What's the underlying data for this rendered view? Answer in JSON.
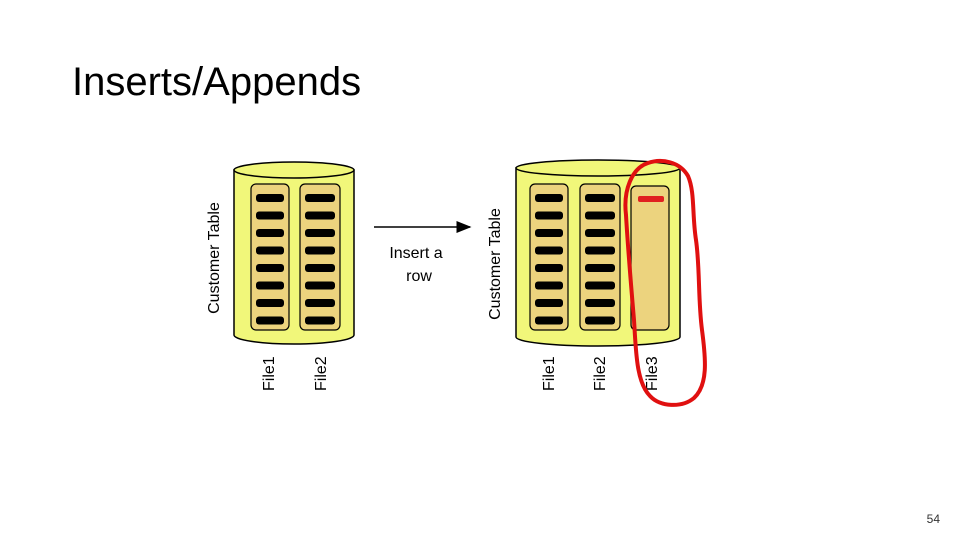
{
  "slide": {
    "title": "Inserts/Appends",
    "page_number": "54"
  },
  "colors": {
    "cylinder_fill": "#f1f77a",
    "file_fill": "#ecd37e",
    "row_fill": "#000000",
    "new_row_fill": "#e02020",
    "highlight_stroke": "#e01010"
  },
  "diagram": {
    "left_table": {
      "label": "Customer Table",
      "files": [
        {
          "label": "File1",
          "rows": 8
        },
        {
          "label": "File2",
          "rows": 8
        }
      ]
    },
    "arrow": {
      "label_line1": "Insert a",
      "label_line2": "row"
    },
    "right_table": {
      "label": "Customer Table",
      "files": [
        {
          "label": "File1",
          "rows": 8
        },
        {
          "label": "File2",
          "rows": 8
        },
        {
          "label": "File3",
          "rows": 1
        }
      ]
    }
  }
}
